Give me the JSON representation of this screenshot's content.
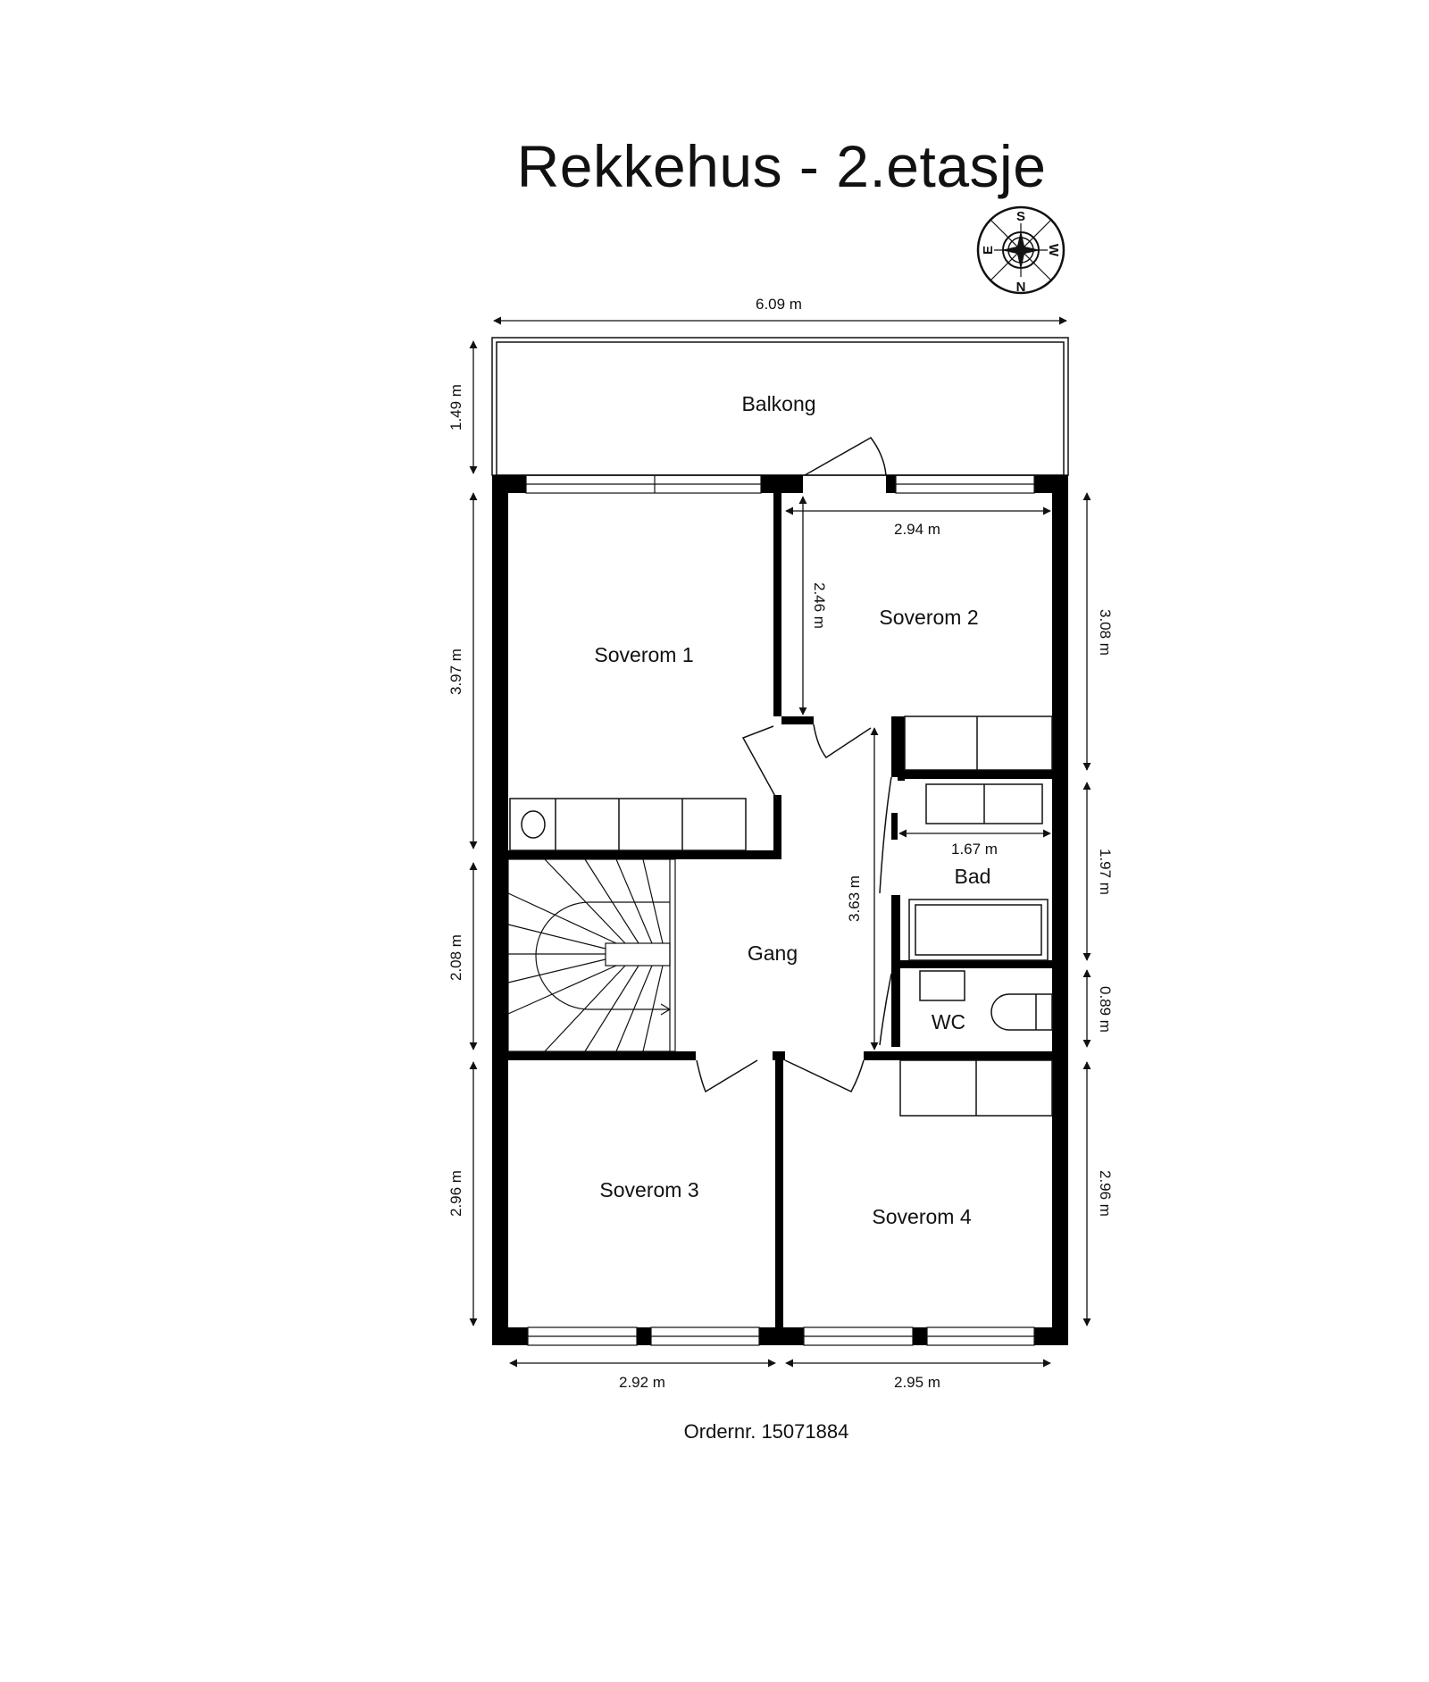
{
  "title": "Rekkehus - 2.etasje",
  "compass": {
    "icon": "compass-rose-icon",
    "labels": {
      "top": "S",
      "right": "W",
      "bottom": "N",
      "left": "E"
    }
  },
  "rooms": {
    "balkong": "Balkong",
    "soverom1": "Soverom 1",
    "soverom2": "Soverom 2",
    "soverom3": "Soverom 3",
    "soverom4": "Soverom 4",
    "gang": "Gang",
    "bad": "Bad",
    "wc": "WC"
  },
  "dimensions": {
    "total_width": "6.09 m",
    "balcony_depth": "1.49 m",
    "soverom1_height": "3.97 m",
    "stair_height": "2.08 m",
    "left_bottom_height": "2.96 m",
    "soverom2_width": "2.94 m",
    "soverom2_height": "2.46 m",
    "right_top_height": "3.08 m",
    "bad_height": "1.97 m",
    "wc_height": "0.89 m",
    "right_bottom_height": "2.96 m",
    "bad_width": "1.67 m",
    "gang_height": "3.63 m",
    "soverom3_width": "2.92 m",
    "soverom4_width": "2.95 m"
  },
  "footer": {
    "order": "Ordernr. 15071884"
  }
}
